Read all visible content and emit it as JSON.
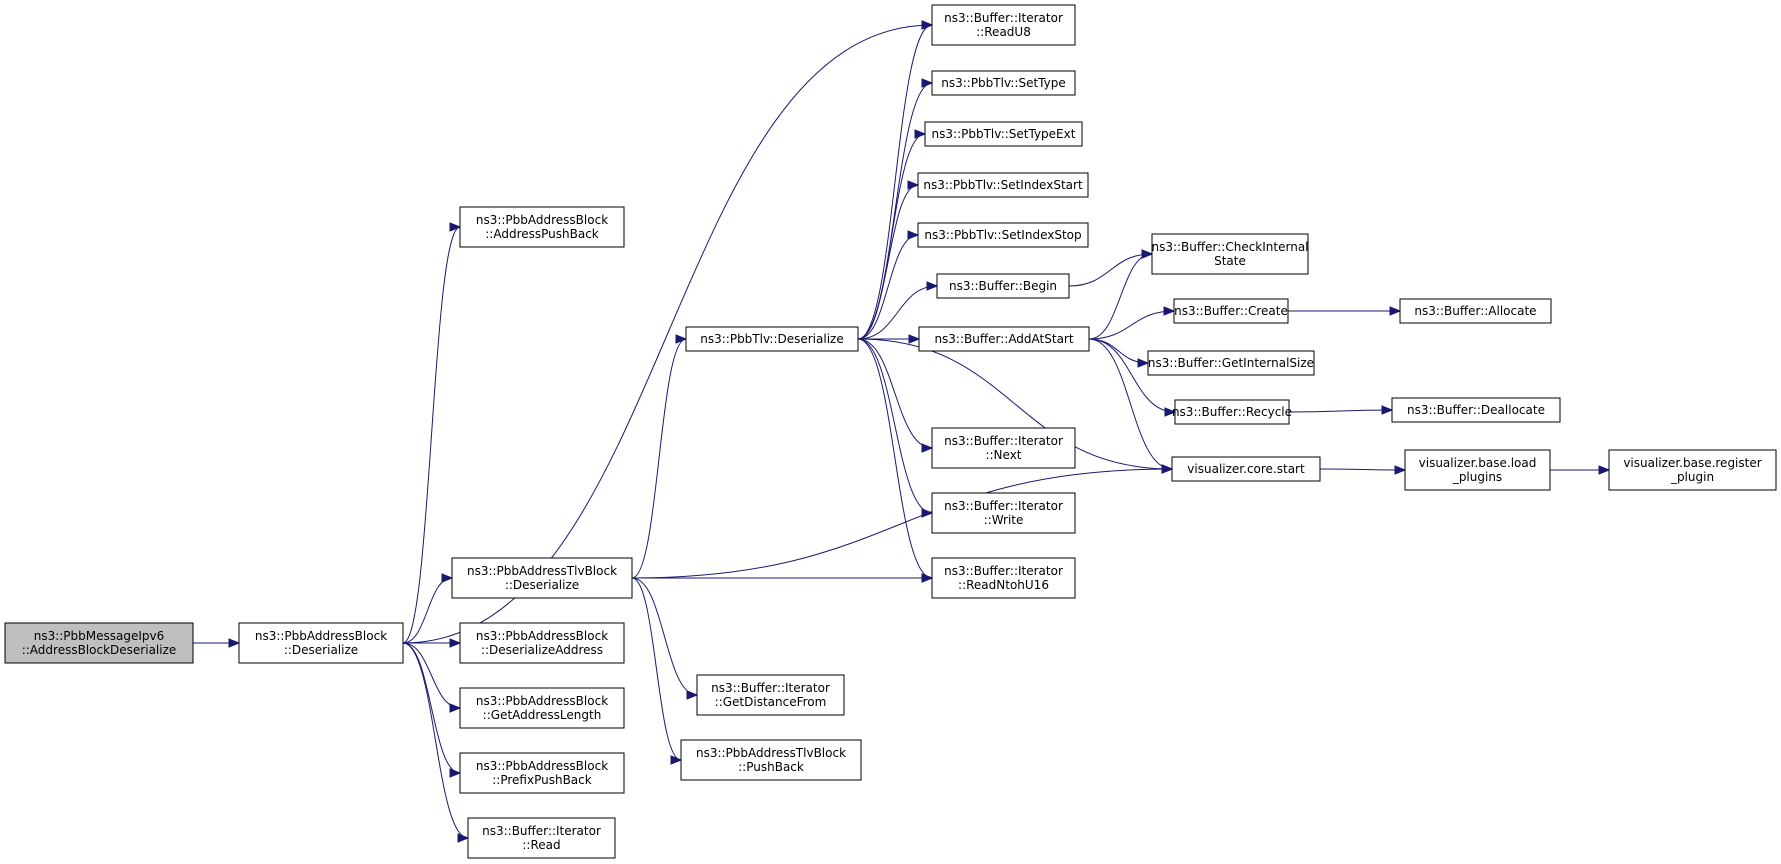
{
  "colors": {
    "edge": "#191970",
    "node_border": "#000000",
    "root_fill": "#bfbfbf",
    "node_fill": "#ffffff"
  },
  "nodes": [
    {
      "id": "n0",
      "lines": [
        "ns3::PbbMessageIpv6",
        "::AddressBlockDeserialize"
      ],
      "root": true
    },
    {
      "id": "n1",
      "lines": [
        "ns3::PbbAddressBlock",
        "::Deserialize"
      ]
    },
    {
      "id": "n2",
      "lines": [
        "ns3::PbbAddressBlock",
        "::AddressPushBack"
      ]
    },
    {
      "id": "n3",
      "lines": [
        "ns3::Buffer::Iterator",
        "::ReadU8"
      ]
    },
    {
      "id": "n4",
      "lines": [
        "ns3::PbbAddressTlvBlock",
        "::Deserialize"
      ]
    },
    {
      "id": "n5",
      "lines": [
        "ns3::PbbAddressBlock",
        "::DeserializeAddress"
      ]
    },
    {
      "id": "n6",
      "lines": [
        "ns3::PbbAddressBlock",
        "::GetAddressLength"
      ]
    },
    {
      "id": "n7",
      "lines": [
        "ns3::PbbAddressBlock",
        "::PrefixPushBack"
      ]
    },
    {
      "id": "n8",
      "lines": [
        "ns3::Buffer::Iterator",
        "::Read"
      ]
    },
    {
      "id": "n9",
      "lines": [
        "ns3::PbbTlv::Deserialize"
      ]
    },
    {
      "id": "n10",
      "lines": [
        "ns3::Buffer::Iterator",
        "::ReadNtohU16"
      ]
    },
    {
      "id": "n11",
      "lines": [
        "visualizer.core.start"
      ]
    },
    {
      "id": "n12",
      "lines": [
        "ns3::Buffer::Iterator",
        "::GetDistanceFrom"
      ]
    },
    {
      "id": "n13",
      "lines": [
        "ns3::PbbAddressTlvBlock",
        "::PushBack"
      ]
    },
    {
      "id": "n14",
      "lines": [
        "ns3::Buffer::AddAtStart"
      ]
    },
    {
      "id": "n15",
      "lines": [
        "ns3::Buffer::Begin"
      ]
    },
    {
      "id": "n16",
      "lines": [
        "ns3::Buffer::Iterator",
        "::Next"
      ]
    },
    {
      "id": "n17",
      "lines": [
        "ns3::PbbTlv::SetIndexStart"
      ]
    },
    {
      "id": "n18",
      "lines": [
        "ns3::PbbTlv::SetIndexStop"
      ]
    },
    {
      "id": "n19",
      "lines": [
        "ns3::PbbTlv::SetType"
      ]
    },
    {
      "id": "n20",
      "lines": [
        "ns3::PbbTlv::SetTypeExt"
      ]
    },
    {
      "id": "n21",
      "lines": [
        "ns3::Buffer::Iterator",
        "::Write"
      ]
    },
    {
      "id": "n22",
      "lines": [
        "visualizer.base.load",
        "_plugins"
      ]
    },
    {
      "id": "n23",
      "lines": [
        "visualizer.base.register",
        "_plugin"
      ]
    },
    {
      "id": "n24",
      "lines": [
        "ns3::Buffer::CheckInternal",
        "State"
      ]
    },
    {
      "id": "n25",
      "lines": [
        "ns3::Buffer::Create"
      ]
    },
    {
      "id": "n26",
      "lines": [
        "ns3::Buffer::GetInternalSize"
      ]
    },
    {
      "id": "n27",
      "lines": [
        "ns3::Buffer::Recycle"
      ]
    },
    {
      "id": "n28",
      "lines": [
        "ns3::Buffer::Allocate"
      ]
    },
    {
      "id": "n29",
      "lines": [
        "ns3::Buffer::Deallocate"
      ]
    }
  ],
  "edges": [
    [
      "n0",
      "n1"
    ],
    [
      "n1",
      "n2"
    ],
    [
      "n1",
      "n3"
    ],
    [
      "n1",
      "n4"
    ],
    [
      "n1",
      "n5"
    ],
    [
      "n1",
      "n6"
    ],
    [
      "n1",
      "n7"
    ],
    [
      "n1",
      "n8"
    ],
    [
      "n4",
      "n9"
    ],
    [
      "n4",
      "n10"
    ],
    [
      "n4",
      "n11"
    ],
    [
      "n4",
      "n12"
    ],
    [
      "n4",
      "n13"
    ],
    [
      "n9",
      "n14"
    ],
    [
      "n9",
      "n15"
    ],
    [
      "n9",
      "n16"
    ],
    [
      "n9",
      "n10"
    ],
    [
      "n9",
      "n3"
    ],
    [
      "n9",
      "n17"
    ],
    [
      "n9",
      "n18"
    ],
    [
      "n9",
      "n19"
    ],
    [
      "n9",
      "n20"
    ],
    [
      "n9",
      "n11"
    ],
    [
      "n9",
      "n21"
    ],
    [
      "n11",
      "n22"
    ],
    [
      "n22",
      "n23"
    ],
    [
      "n14",
      "n24"
    ],
    [
      "n14",
      "n25"
    ],
    [
      "n14",
      "n26"
    ],
    [
      "n14",
      "n27"
    ],
    [
      "n14",
      "n11"
    ],
    [
      "n15",
      "n24"
    ],
    [
      "n25",
      "n28"
    ],
    [
      "n27",
      "n29"
    ]
  ]
}
